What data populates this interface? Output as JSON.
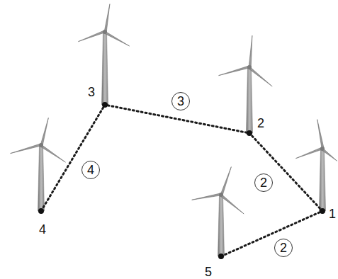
{
  "diagram": {
    "nodes": [
      {
        "text": [
          "1"
        ]
      },
      {
        "text": [
          "2"
        ]
      },
      {
        "text": [
          "3"
        ]
      },
      {
        "text": [
          "4"
        ]
      },
      {
        "text": [
          "5"
        ]
      }
    ],
    "edges": [
      {
        "from": 2,
        "to": 1,
        "arrow": "none",
        "label": "3"
      },
      {
        "from": 1,
        "to": 0,
        "arrow": "none",
        "label": "2"
      },
      {
        "from": 0,
        "to": 4,
        "arrow": "none",
        "label": "2"
      },
      {
        "from": 2,
        "to": 3,
        "arrow": "none",
        "label": "4"
      }
    ]
  }
}
